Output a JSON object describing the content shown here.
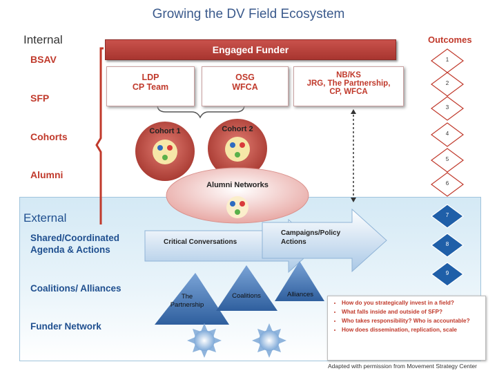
{
  "title": "Growing the DV Field Ecosystem",
  "internal_label": "Internal",
  "external_label": "External",
  "internal_rows": [
    "BSAV",
    "SFP",
    "Cohorts",
    "Alumni"
  ],
  "external_rows": [
    "Shared/Coordinated\nAgenda & Actions",
    "Coalitions/ Alliances",
    "Funder Network"
  ],
  "engaged_funder": "Engaged Funder",
  "boxes": [
    {
      "line1": "LDP",
      "line2": "CP Team"
    },
    {
      "line1": "OSG",
      "line2": "WFCA"
    },
    {
      "line1": "NB/KS",
      "line2": "JRG, The Partnership,",
      "line3": "CP, WFCA"
    }
  ],
  "cohorts": [
    "Cohort 1",
    "Cohort 2"
  ],
  "alumni_networks": "Alumni Networks",
  "arrows": {
    "critical": "Critical Conversations",
    "campaigns_1": "Campaigns/Policy",
    "campaigns_2": "Actions"
  },
  "triangles": {
    "partnership_1": "The",
    "partnership_2": "Partnership",
    "coalitions": "Coalitions",
    "alliances": "Alliances"
  },
  "outcomes_title": "Outcomes",
  "outcomes": [
    "1",
    "2",
    "3",
    "4",
    "5",
    "6",
    "7",
    "8",
    "9"
  ],
  "questions": [
    "How do you strategically invest in a field?",
    "What falls inside and outside of SFP?",
    "Who takes responsibility? Who is accountable?",
    "How does dissemination, replication, scale"
  ],
  "credit": "Adapted with permission from Movement Strategy Center",
  "colors": {
    "accent_red": "#c0392b",
    "blue": "#1f4f8f",
    "outcome_blue": "#1f5fa8"
  }
}
